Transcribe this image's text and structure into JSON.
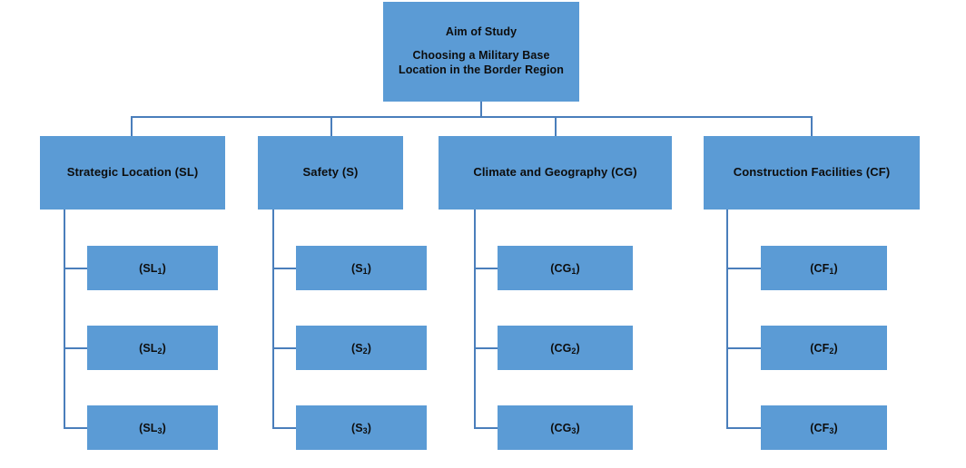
{
  "diagram": {
    "type": "hierarchy-tree",
    "colors": {
      "box_fill": "#5B9BD5",
      "connector_line": "#4A7EBB",
      "text": "#0D0D0D",
      "background": "#FFFFFF"
    },
    "root": {
      "title": "Aim of Study",
      "subtitle": "Choosing a Military Base Location in the Border Region"
    },
    "branches": [
      {
        "label": "Strategic Location (SL)",
        "code": "SL",
        "children": [
          {
            "base": "(SL",
            "sub": "1",
            "close": ")"
          },
          {
            "base": "(SL",
            "sub": "2",
            "close": ")"
          },
          {
            "base": "(SL",
            "sub": "3",
            "close": ")"
          }
        ]
      },
      {
        "label": "Safety (S)",
        "code": "S",
        "children": [
          {
            "base": "(S",
            "sub": "1",
            "close": ")"
          },
          {
            "base": "(S",
            "sub": "2",
            "close": ")"
          },
          {
            "base": "(S",
            "sub": "3",
            "close": ")"
          }
        ]
      },
      {
        "label": "Climate and Geography (CG)",
        "code": "CG",
        "children": [
          {
            "base": "(CG",
            "sub": "1",
            "close": ")"
          },
          {
            "base": "(CG",
            "sub": "2",
            "close": ")"
          },
          {
            "base": "(CG",
            "sub": "3",
            "close": ")"
          }
        ]
      },
      {
        "label": "Construction Facilities (CF)",
        "code": "CF",
        "children": [
          {
            "base": "(CF",
            "sub": "1",
            "close": ")"
          },
          {
            "base": "(CF",
            "sub": "2",
            "close": ")"
          },
          {
            "base": "(CF",
            "sub": "3",
            "close": ")"
          }
        ]
      }
    ]
  }
}
